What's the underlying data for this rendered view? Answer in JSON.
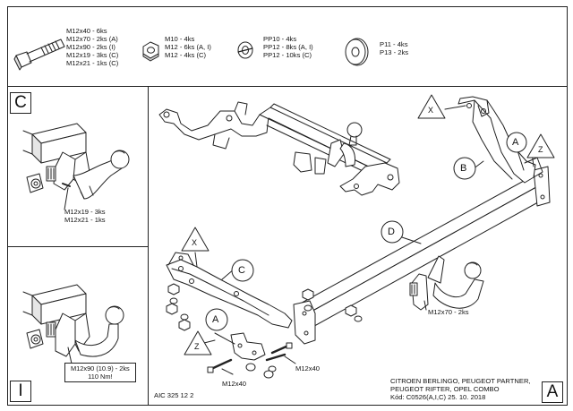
{
  "parts_list": {
    "bolts": [
      "M12x40 - 6ks",
      "M12x70 - 2ks (A)",
      "M12x90 - 2ks (I)",
      "M12x19 - 3ks (C)",
      "M12x21 - 1ks (C)"
    ],
    "nuts": [
      "M10 - 4ks",
      "M12 - 6ks (A, I)",
      "M12 - 4ks (C)"
    ],
    "spring_washers": [
      "PP10 - 4ks",
      "PP12 - 8ks (A, I)",
      "PP12 - 10ks (C)"
    ],
    "flat_washers": [
      "P11 - 4ks",
      "P13 - 2ks"
    ]
  },
  "panels": {
    "c_letter": "C",
    "c_bolts": [
      "M12x19 - 3ks",
      "M12x21 - 1ks"
    ],
    "i_letter": "I",
    "i_torque": [
      "M12x90 (10.9) - 2ks",
      "110 Nm!"
    ],
    "a_letter": "A"
  },
  "main": {
    "labels": {
      "x_top": "X",
      "z_top": "Z",
      "a_top": "A",
      "b_label": "B",
      "d_label": "D",
      "x_left": "X",
      "c_label": "C",
      "a_bottom": "A",
      "z_bottom": "Z"
    },
    "bolt_m12x70": "M12x70 - 2ks",
    "bolt_m12x40_left": "M12x40",
    "bolt_m12x40_right": "M12x40",
    "code": "AIC 325 12 2",
    "vehicle": [
      "CITROEN BERLINGO, PEUGEOT PARTNER,",
      "PEUGEOT RIFTER, OPEL COMBO"
    ],
    "kod": "Kód: C0526(A,I,C)  25. 10. 2018"
  }
}
